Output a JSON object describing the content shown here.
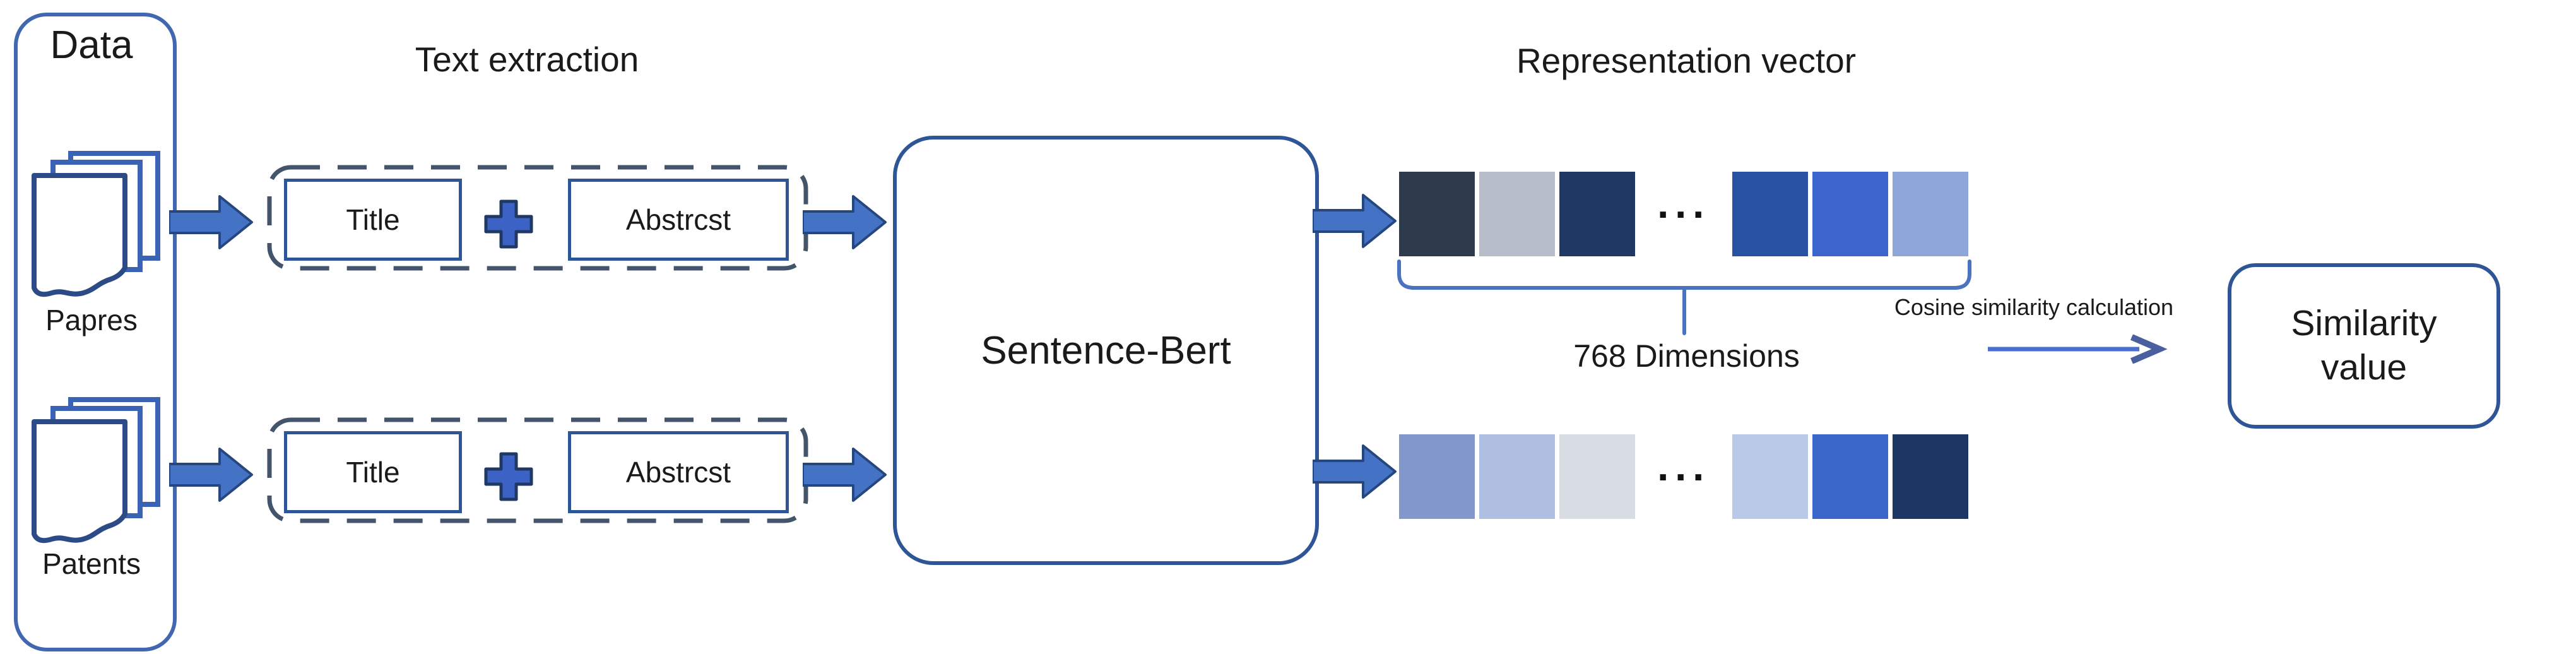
{
  "diagram": {
    "colors": {
      "panel_border": "#4167b1",
      "box_border": "#2e5596",
      "dashed_border": "#44546a",
      "arrow_fill": "#4472c4",
      "arrow_stroke": "#26477e",
      "plus_fill": "#3b62c4",
      "brace": "#4a74c0",
      "thin_arrow": "#4a6fd0",
      "text": "#1a1a1a"
    },
    "data_panel": {
      "title": "Data",
      "sources": [
        {
          "label": "Papres"
        },
        {
          "label": "Patents"
        }
      ]
    },
    "extraction": {
      "heading": "Text extraction",
      "rows": [
        {
          "title": "Title",
          "abstract": "Abstrcst"
        },
        {
          "title": "Title",
          "abstract": "Abstrcst"
        }
      ]
    },
    "model": {
      "label": "Sentence-Bert"
    },
    "representation": {
      "heading": "Representation vector",
      "ellipsis": "···",
      "rows": [
        {
          "colors": [
            "#2e3b4d",
            "#b6bdc9",
            "#1f3864",
            "#2a52a4",
            "#3c64cd",
            "#8ea6d9"
          ]
        },
        {
          "colors": [
            "#8298cc",
            "#aebfe2",
            "#d8dce3",
            "#bac9e8",
            "#3b66c9",
            "#1d3765"
          ]
        }
      ],
      "dimensions_label": "768 Dimensions"
    },
    "similarity": {
      "arrow_label": "Cosine similarity calculation",
      "box_label_line1": "Similarity",
      "box_label_line2": "value"
    }
  }
}
